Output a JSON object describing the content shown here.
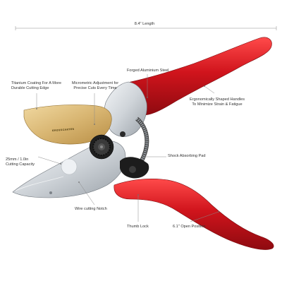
{
  "dimension": {
    "length_label": "8.4\" Length"
  },
  "callouts": {
    "titanium_coating": "Titanium Coating For A More\nDurable Cutting Edge",
    "micrometric": "Micrometric Adjustment for\nPrecise Cuts Every Time",
    "forged_steel": "Forged Aluminium Steel",
    "handles": "Ergonomically Shaped Handles\nTo Minimize Strain & Fatigue",
    "cutting_capacity": "25mm / 1.0in\nCutting Capacity",
    "shock_pad": "Shock Absorbing Pad",
    "wire_notch": "Wire cutting Notch",
    "thumb_lock": "Thumb Lock",
    "open_position": "6.1\" Open Position"
  },
  "brand_text": "GROSSCARTER",
  "colors": {
    "handle_red": "#d0141c",
    "blade_gold": "#d9b774",
    "metal": "#d8dce0",
    "dark_metal": "#2a2a2a",
    "leader": "#8a8a8a"
  }
}
